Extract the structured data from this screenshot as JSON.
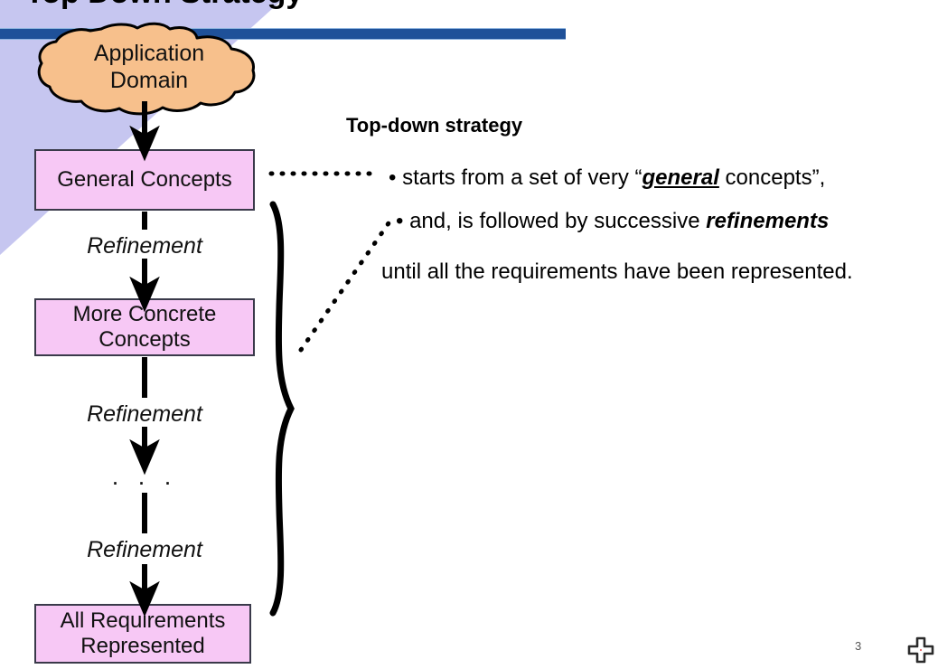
{
  "slide": {
    "title": "Top Down Strategy",
    "page_number": "3",
    "accent_blue": "#1F5199",
    "background_lavender": "#C6C6F0",
    "box_fill": "#F7C8F5",
    "cloud_fill": "#F7C08C"
  },
  "flow": {
    "cloud": {
      "label_line1": "Application",
      "label_line2": "Domain",
      "icon": "cloud-shape"
    },
    "boxes": [
      {
        "id": "general",
        "label": "General Concepts"
      },
      {
        "id": "concrete",
        "label": "More Concrete\nConcepts"
      },
      {
        "id": "allreq",
        "label": "All Requirements\nRepresented"
      }
    ],
    "refinements": [
      {
        "label": "Refinement"
      },
      {
        "label": "Refinement"
      },
      {
        "label": "Refinement"
      }
    ],
    "ellipsis": ". . .",
    "brace": "right-curly-brace"
  },
  "explanation": {
    "heading": "Top-down strategy",
    "lines": [
      {
        "bullet": "•",
        "pre": "starts from a set of very “",
        "emphasis": "general",
        "post": " concepts”,",
        "emphasis_style": "bold-italic-underline"
      },
      {
        "bullet": "•",
        "pre": "and, is followed by successive ",
        "emphasis": "refinements",
        "post": "",
        "emphasis_style": "bold-italic"
      },
      {
        "bullet": "",
        "pre": "until all the requirements have been represented.",
        "emphasis": "",
        "post": "",
        "emphasis_style": "none"
      }
    ]
  }
}
